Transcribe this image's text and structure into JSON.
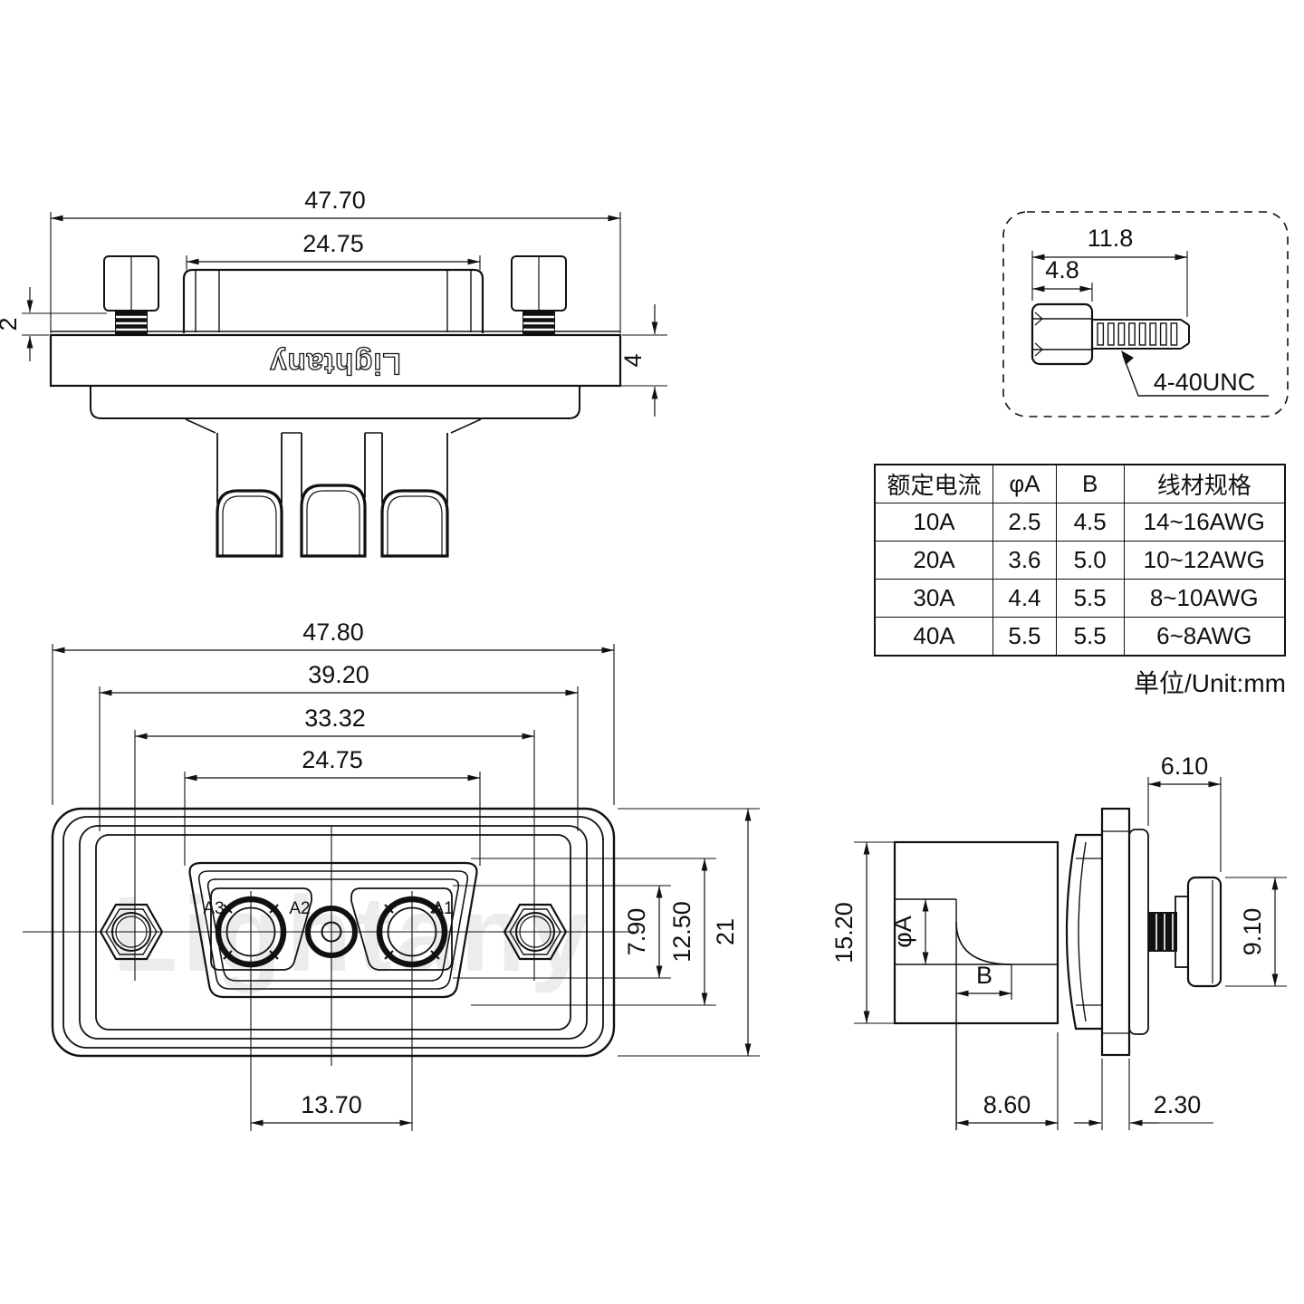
{
  "brand": {
    "logo": "Lightany",
    "watermark": "Lightany"
  },
  "top_view": {
    "dim_width": "47.70",
    "dim_shell": "24.75",
    "dim_lip": "2",
    "dim_flange": "4"
  },
  "screw_detail": {
    "dim_total": "11.8",
    "dim_head": "4.8",
    "thread_spec": "4-40UNC"
  },
  "front_view": {
    "dim_width": "47.80",
    "dim_mount": "39.20",
    "dim_insert_w": "33.32",
    "dim_shell": "24.75",
    "dim_aperture": "7.90",
    "dim_insert_h": "12.50",
    "dim_height": "21",
    "dim_pin_pitch": "13.70",
    "pin_labels": [
      "A3",
      "A2",
      "A1"
    ]
  },
  "side_view": {
    "dim_front_offset": "6.10",
    "dim_body_h": "15.20",
    "dim_bore": "φA",
    "dim_depth": "B",
    "dim_screw_h": "9.10",
    "dim_body_len": "8.60",
    "dim_flange_t": "2.30"
  },
  "spec_table": {
    "headers": [
      "额定电流",
      "φA",
      "B",
      "线材规格"
    ],
    "rows": [
      [
        "10A",
        "2.5",
        "4.5",
        "14~16AWG"
      ],
      [
        "20A",
        "3.6",
        "5.0",
        "10~12AWG"
      ],
      [
        "30A",
        "4.4",
        "5.5",
        "8~10AWG"
      ],
      [
        "40A",
        "5.5",
        "5.5",
        "6~8AWG"
      ]
    ],
    "unit_note": "单位/Unit:mm"
  }
}
